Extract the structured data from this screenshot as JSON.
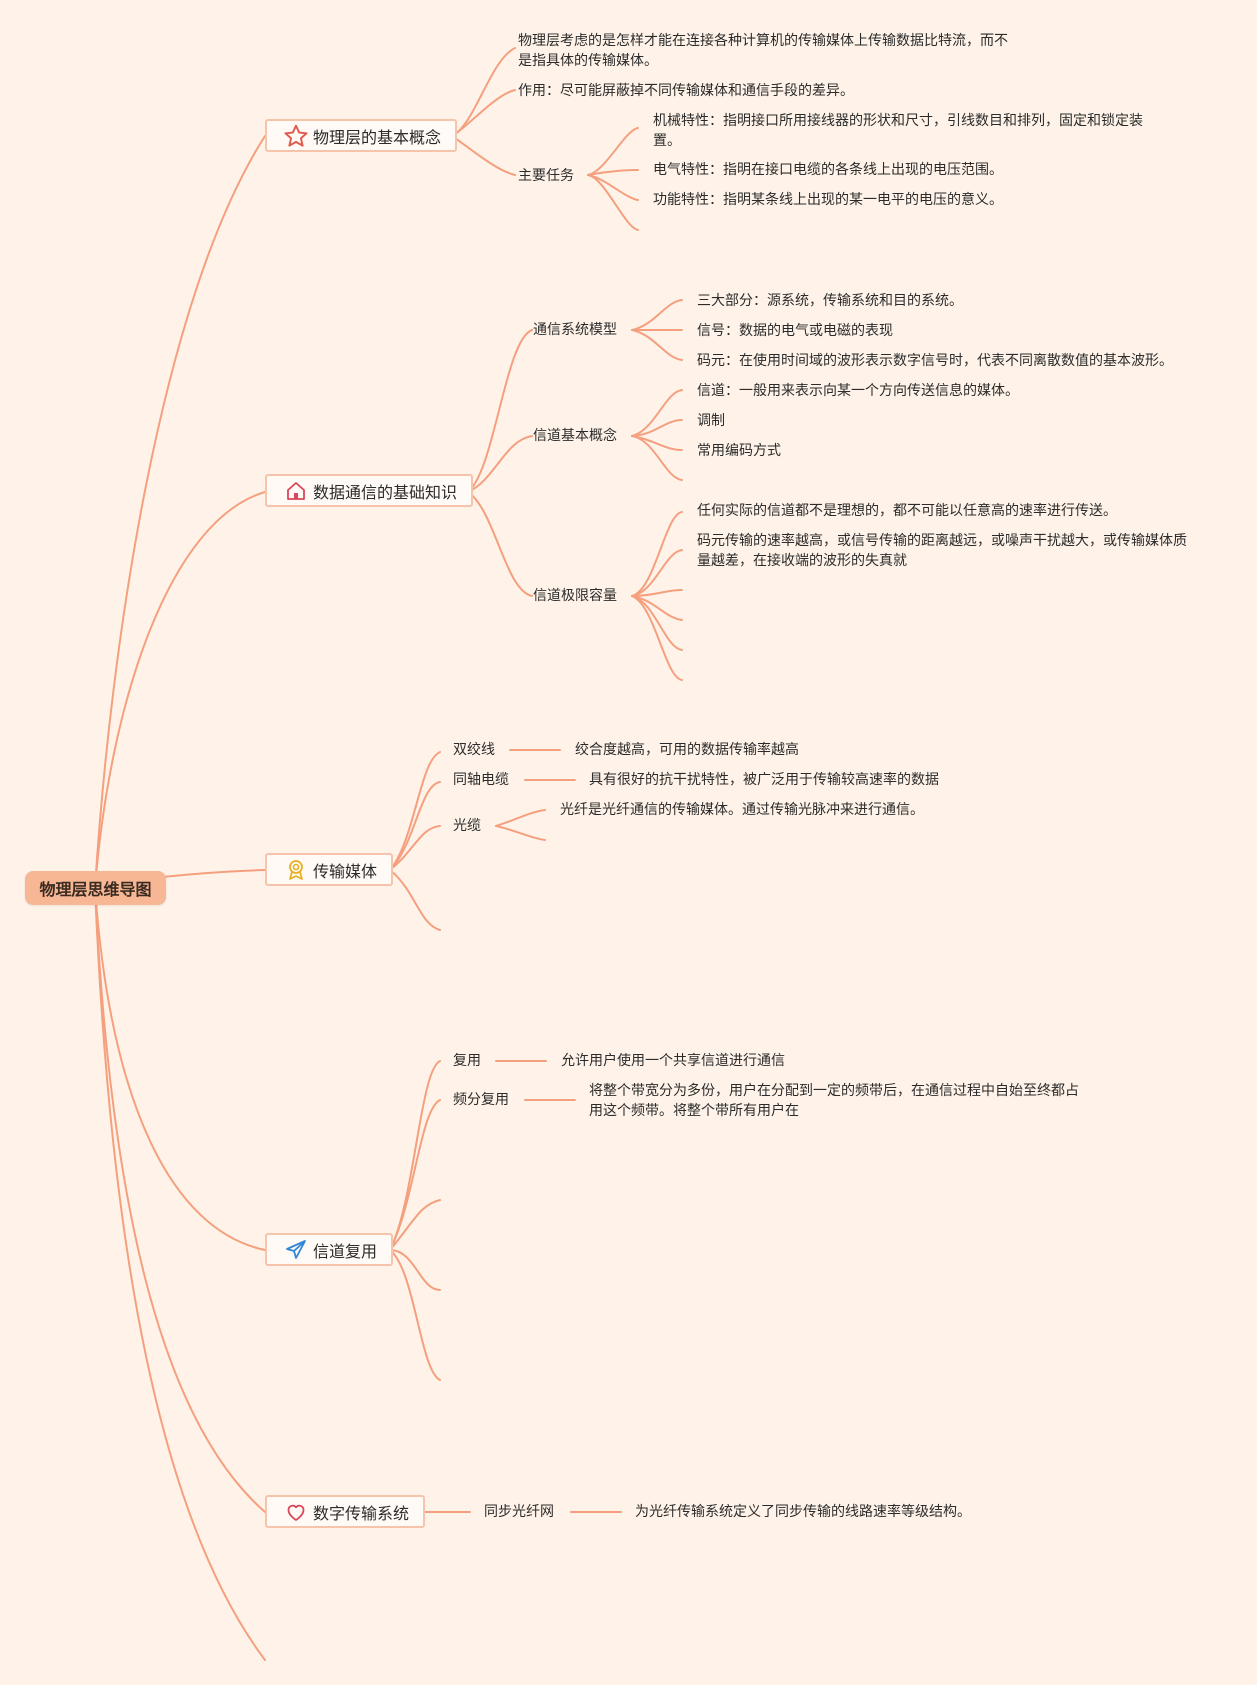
{
  "root": "物理层思维导图",
  "topics": {
    "basic": {
      "label": "物理层的基本概念",
      "definition": "物理层考虑的是怎样才能在连接各种计算机的传输媒体上传输数据比特流，而不是指具体的传输媒体。",
      "role": "作用：尽可能屏蔽掉不同传输媒体和通信手段的差异。",
      "tasks": {
        "label": "主要任务",
        "items": [
          "机械特性：指明接口所用接线器的形状和尺寸，引线数目和排列，固定和锁定装置。",
          "电气特性：指明在接口电缆的各条线上出现的电压范围。",
          "功能特性：指明某条线上出现的某一电平的电压的意义。"
        ]
      }
    },
    "comm": {
      "label": "数据通信的基础知识",
      "model": {
        "label": "通信系统模型",
        "items": [
          "三大部分：源系统，传输系统和目的系统。",
          "信号：数据的电气或电磁的表现",
          "码元：在使用时间域的波形表示数字信号时，代表不同离散数值的基本波形。"
        ]
      },
      "channel": {
        "label": "信道基本概念",
        "items": [
          "信道：一般用来表示向某一个方向传送信息的媒体。",
          "调制",
          "常用编码方式"
        ]
      },
      "limit": {
        "label": "信道极限容量",
        "items": [
          "任何实际的信道都不是理想的，都不可能以任意高的速率进行传送。",
          "码元传输的速率越高，或信号传输的距离越远，或噪声干扰越大，或传输媒体质量越差，在接收端的波形的失真就"
        ]
      }
    },
    "media": {
      "label": "传输媒体",
      "twisted": {
        "label": "双绞线",
        "desc": "绞合度越高，可用的数据传输率越高"
      },
      "coax": {
        "label": "同轴电缆",
        "desc": "具有很好的抗干扰特性，被广泛用于传输较高速率的数据"
      },
      "fiber": {
        "label": "光缆",
        "desc": "光纤是光纤通信的传输媒体。通过传输光脉冲来进行通信。"
      }
    },
    "mux": {
      "label": "信道复用",
      "reuse": {
        "label": "复用",
        "desc": "允许用户使用一个共享信道进行通信"
      },
      "fdm": {
        "label": "频分复用",
        "desc": "将整个带宽分为多份，用户在分配到一定的频带后，在通信过程中自始至终都占用这个频带。将整个带所有用户在"
      }
    },
    "digital": {
      "label": "数字传输系统",
      "sonet": {
        "label": "同步光纤网",
        "desc": "为光纤传输系统定义了同步传输的线路速率等级结构。"
      }
    }
  },
  "icons": {
    "basic": "star-icon",
    "comm": "home-icon",
    "media": "award-icon",
    "mux": "paper-plane-icon",
    "digital": "heart-icon"
  },
  "colors": {
    "background": "#fff3e9",
    "line": "#f4a07f",
    "root_fill": "#f7b795",
    "topic_border": "#f6c4ab"
  }
}
